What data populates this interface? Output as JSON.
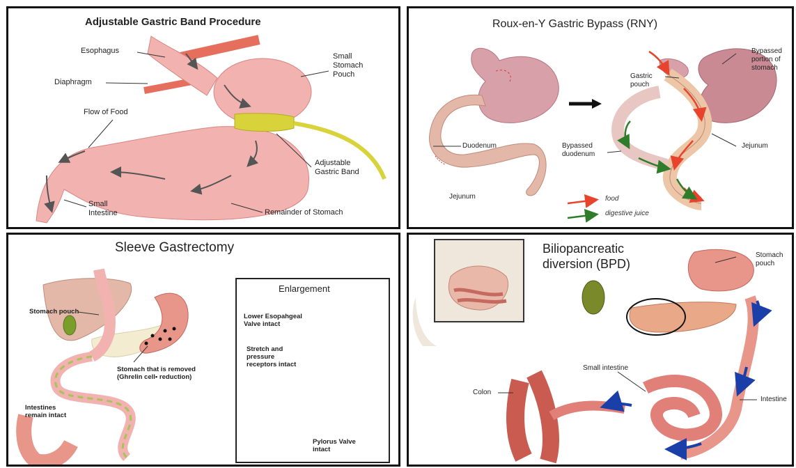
{
  "band": {
    "title": "Adjustable Gastric Band Procedure",
    "labels": {
      "esophagus": "Esophagus",
      "diaphragm": "Diaphragm",
      "flow": "Flow of Food",
      "pouch1": "Small",
      "pouch2": "Stomach",
      "pouch3": "Pouch",
      "band1": "Adjustable",
      "band2": "Gastric Band",
      "intestine1": "Small",
      "intestine2": "Intestine",
      "remainder": "Remainder of Stomach"
    }
  },
  "rny": {
    "title": "Roux-en-Y Gastric Bypass (RNY)",
    "labels": {
      "duodenum": "Duodenum",
      "jejunum_left": "Jejunum",
      "gastric1": "Gastric",
      "gastric2": "pouch",
      "bypassed_duo1": "Bypassed",
      "bypassed_duo2": "duodenum",
      "bypassed_stom1": "Bypassed",
      "bypassed_stom2": "portion of",
      "bypassed_stom3": "stomach",
      "jejunum_right": "Jejunum",
      "legend_food": "food",
      "legend_juice": "digestive juice"
    },
    "colors": {
      "food": "#e8432c",
      "juice": "#2f7d2a"
    }
  },
  "sleeve": {
    "title": "Sleeve Gastrectomy",
    "labels": {
      "pouch": "Stomach pouch",
      "removed1": "Stomach that is removed",
      "removed2": "(Ghrelin cell• reduction)",
      "intestines1": "Intestines",
      "intestines2": "remain intact"
    },
    "enlargement": {
      "title": "Enlargement",
      "lower1": "Lower Esopahgeal",
      "lower2": "Valve intact",
      "stretch1": "Stretch and",
      "stretch2": "pressure",
      "stretch3": "receptors intact",
      "pylorus1": "Pylorus Valve",
      "pylorus2": "intact"
    }
  },
  "bpd": {
    "title1": "Biliopancreatic",
    "title2": "diversion (BPD)",
    "labels": {
      "stomach1": "Stomach",
      "stomach2": "pouch",
      "small_intestine": "Small intestine",
      "colon": "Colon",
      "intestine": "Intestine"
    }
  },
  "colors": {
    "tissue": "#f2b3b0",
    "tissue_dark": "#d9847f",
    "band": "#d8d33a",
    "arrow": "#555555",
    "flow_blue": "#1a3fa8"
  }
}
